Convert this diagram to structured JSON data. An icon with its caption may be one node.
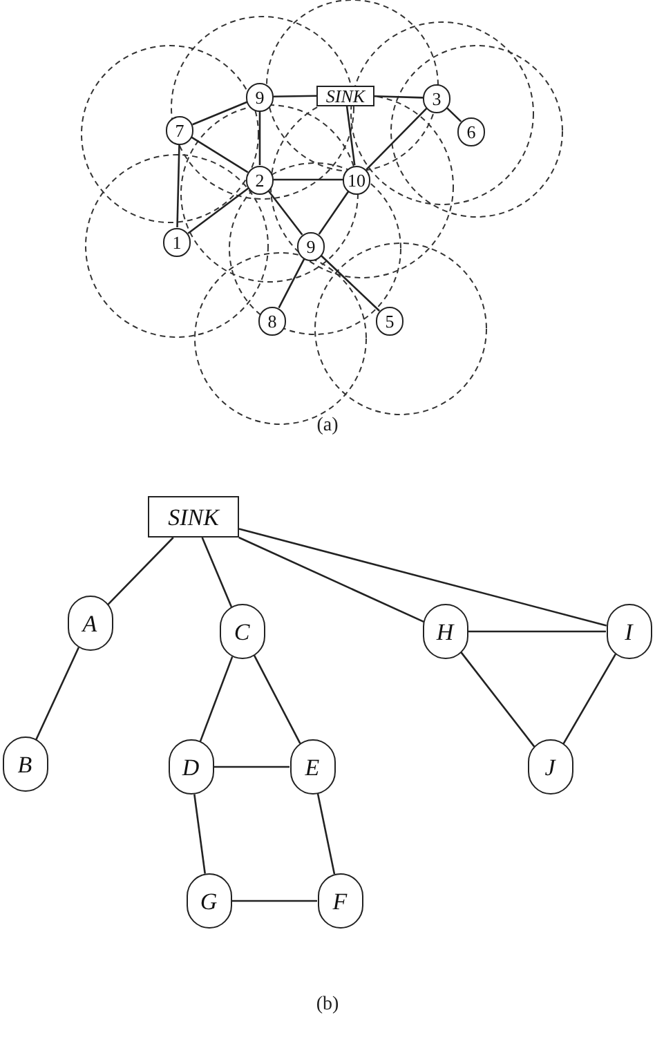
{
  "diagram": {
    "nodes": [
      {
        "text": [
          "9"
        ]
      },
      {
        "text": [
          "SINK"
        ]
      },
      {
        "text": [
          "3"
        ]
      },
      {
        "text": [
          "7"
        ]
      },
      {
        "text": [
          "6"
        ]
      },
      {
        "text": [
          "2"
        ]
      },
      {
        "text": [
          "10"
        ]
      },
      {
        "text": [
          "1"
        ]
      },
      {
        "text": [
          "9"
        ]
      },
      {
        "text": [
          "8"
        ]
      },
      {
        "text": [
          "5"
        ]
      },
      {
        "text": [
          "SINK"
        ]
      },
      {
        "text": [
          "A"
        ]
      },
      {
        "text": [
          "C"
        ]
      },
      {
        "text": [
          "H"
        ]
      },
      {
        "text": [
          "I"
        ]
      },
      {
        "text": [
          "B"
        ]
      },
      {
        "text": [
          "D"
        ]
      },
      {
        "text": [
          "E"
        ]
      },
      {
        "text": [
          "J"
        ]
      },
      {
        "text": [
          "G"
        ]
      },
      {
        "text": [
          "F"
        ]
      }
    ],
    "edges": [
      {
        "from": 0,
        "to": 1,
        "arrow": "none"
      },
      {
        "from": 1,
        "to": 2,
        "arrow": "none"
      },
      {
        "from": 2,
        "to": 4,
        "arrow": "none"
      },
      {
        "from": 3,
        "to": 0,
        "arrow": "none"
      },
      {
        "from": 1,
        "to": 6,
        "arrow": "none"
      },
      {
        "from": 2,
        "to": 6,
        "arrow": "none"
      },
      {
        "from": 0,
        "to": 5,
        "arrow": "none"
      },
      {
        "from": 3,
        "to": 5,
        "arrow": "none"
      },
      {
        "from": 3,
        "to": 7,
        "arrow": "none"
      },
      {
        "from": 5,
        "to": 6,
        "arrow": "none"
      },
      {
        "from": 5,
        "to": 7,
        "arrow": "none"
      },
      {
        "from": 5,
        "to": 8,
        "arrow": "none"
      },
      {
        "from": 6,
        "to": 8,
        "arrow": "none"
      },
      {
        "from": 8,
        "to": 9,
        "arrow": "none"
      },
      {
        "from": 8,
        "to": 10,
        "arrow": "none"
      },
      {
        "from": 11,
        "to": 12,
        "arrow": "none"
      },
      {
        "from": 11,
        "to": 13,
        "arrow": "none"
      },
      {
        "from": 11,
        "to": 14,
        "arrow": "none"
      },
      {
        "from": 11,
        "to": 15,
        "arrow": "none"
      },
      {
        "from": 12,
        "to": 16,
        "arrow": "none"
      },
      {
        "from": 13,
        "to": 17,
        "arrow": "none"
      },
      {
        "from": 13,
        "to": 18,
        "arrow": "none"
      },
      {
        "from": 17,
        "to": 18,
        "arrow": "none"
      },
      {
        "from": 17,
        "to": 20,
        "arrow": "none"
      },
      {
        "from": 18,
        "to": 21,
        "arrow": "none"
      },
      {
        "from": 20,
        "to": 21,
        "arrow": "none"
      },
      {
        "from": 14,
        "to": 15,
        "arrow": "none"
      },
      {
        "from": 14,
        "to": 19,
        "arrow": "none"
      },
      {
        "from": 15,
        "to": 19,
        "arrow": "none"
      }
    ],
    "labels": [
      "(a)",
      "(b)"
    ]
  }
}
